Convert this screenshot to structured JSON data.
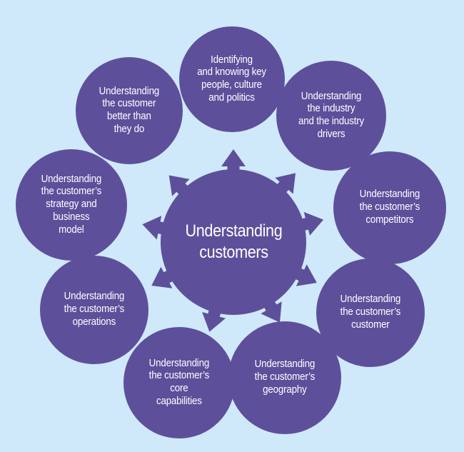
{
  "colors": {
    "background": "#cfe9fb",
    "node_fill": "#5e4f9b",
    "text": "#ffffff"
  },
  "center": {
    "label": "Understanding\ncustomers"
  },
  "nodes": [
    {
      "label": "Identifying\nand knowing key\npeople, culture\nand politics"
    },
    {
      "label": "Understanding\nthe industry\nand the industry\ndrivers"
    },
    {
      "label": "Understanding\nthe customer’s\ncompetitors"
    },
    {
      "label": "Understanding\nthe customer’s\ncustomer"
    },
    {
      "label": "Understanding\nthe customer’s\ngeography"
    },
    {
      "label": "Understanding\nthe customer’s\ncore\ncapabilities"
    },
    {
      "label": "Understanding\nthe customer’s\noperations"
    },
    {
      "label": "Understanding\nthe customer’s\nstrategy and\nbusiness\nmodel"
    },
    {
      "label": "Understanding\nthe customer\nbetter than\nthey do"
    }
  ]
}
